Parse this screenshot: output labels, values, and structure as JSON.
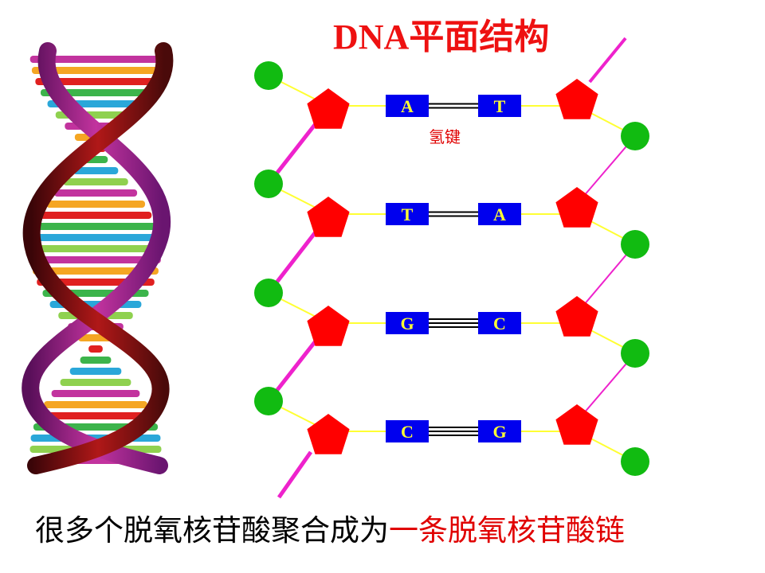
{
  "slide": {
    "title": "DNA平面结构",
    "bond_label": "氢键",
    "caption_black": "很多个脱氧核苷酸聚合成为",
    "caption_red": "一条脱氧核苷酸链"
  },
  "base_pairs": [
    {
      "left": "A",
      "right": "T",
      "bonds": 2
    },
    {
      "left": "T",
      "right": "A",
      "bonds": 2
    },
    {
      "left": "G",
      "right": "C",
      "bonds": 3
    },
    {
      "left": "C",
      "right": "G",
      "bonds": 3
    }
  ],
  "colors": {
    "title": "#ee1111",
    "phosphate": "#11bb11",
    "sugar": "#ff0000",
    "base_box": "#0000ee",
    "base_letter": "#ffff33",
    "backbone": "#ee22cc",
    "connector": "#ffff33",
    "bond": "#000000"
  },
  "icons": {
    "phosphate": "green-circle-icon",
    "sugar": "red-pentagon-icon",
    "helix": "dna-double-helix-illustration"
  }
}
